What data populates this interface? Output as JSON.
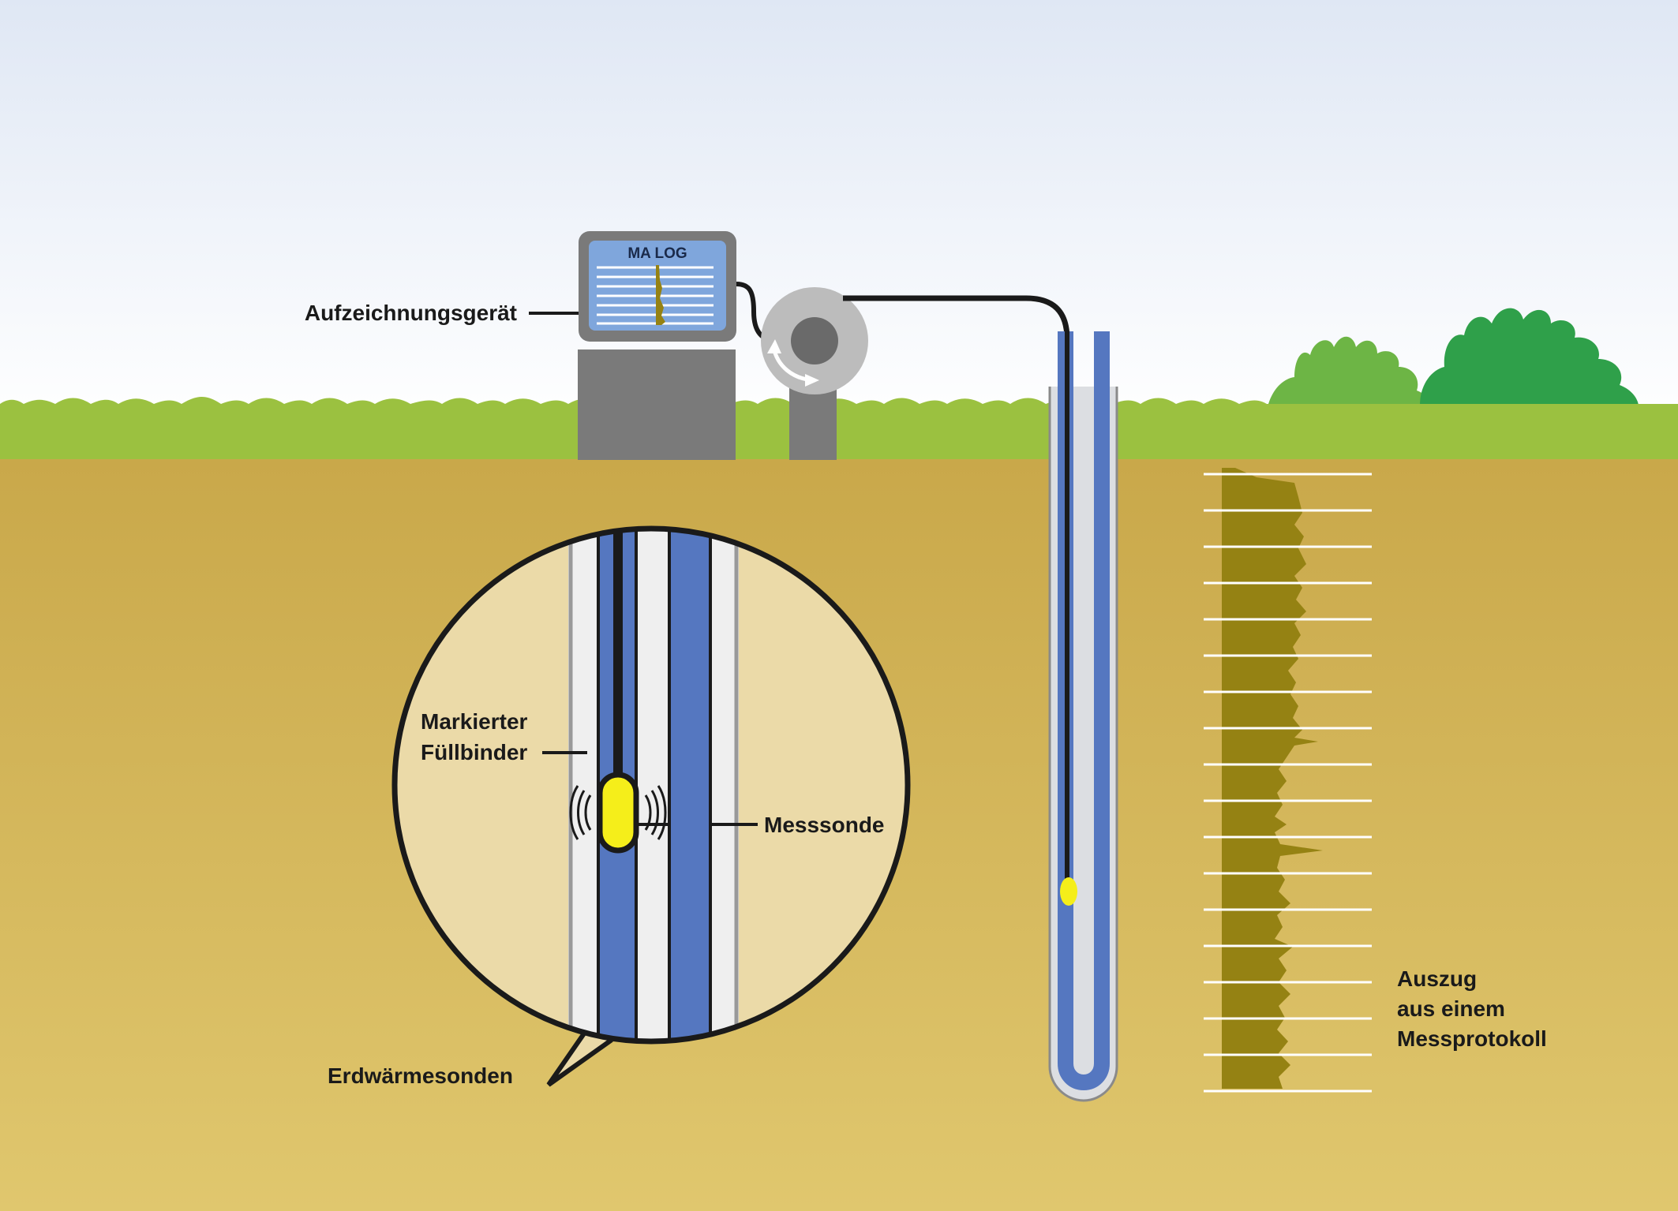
{
  "device": {
    "screen_title": "MA LOG"
  },
  "labels": {
    "recorder": "Aufzeichnungsgerät",
    "grout_line1": "Markierter",
    "grout_line2": "Füllbinder",
    "probe": "Messsonde",
    "heat_probes": "Erdwärmesonden",
    "excerpt_line1": "Auszug",
    "excerpt_line2": "aus einem",
    "excerpt_line3": "Messprotokoll"
  },
  "colors": {
    "sky_top": "#dfe7f4",
    "sky_bottom": "#ffffff",
    "grass": "#9bc140",
    "soil_top": "#c9a84a",
    "soil_bottom": "#e0c76e",
    "pipe_blue": "#5577c0",
    "probe_yellow": "#f5ee1a",
    "device_gray": "#7a7a7a",
    "screen_blue": "#7fa6dc",
    "log_trace": "#958213",
    "bush_light": "#6db545",
    "bush_dark": "#2fa04a",
    "circle_fill": "#ebdaa8"
  }
}
